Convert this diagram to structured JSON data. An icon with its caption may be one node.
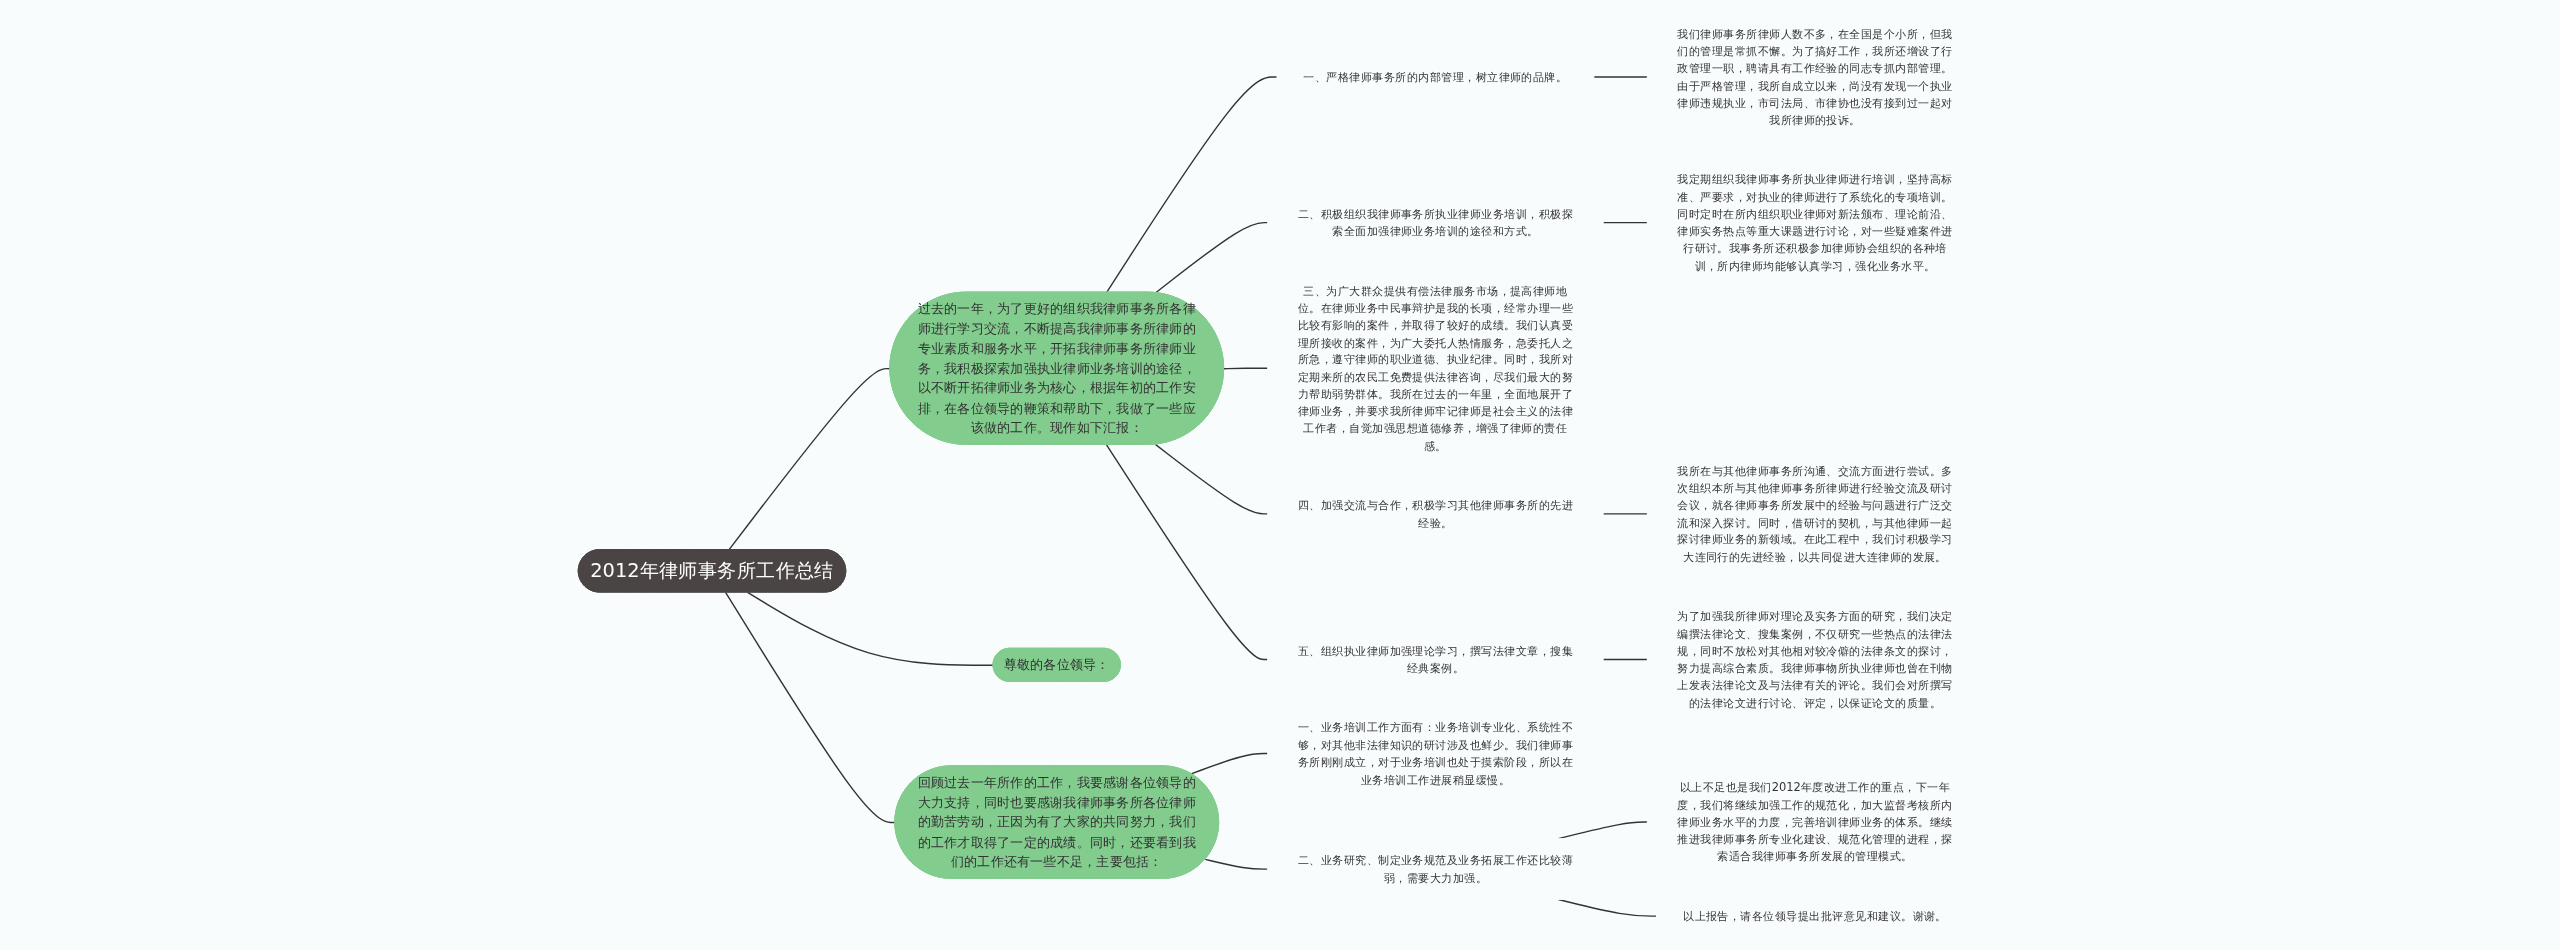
{
  "diagram": {
    "nodes": [
      {
        "text": [
          "2012年律师事务所工作总结"
        ]
      },
      {
        "text": [
          "过去的一年，为了更好的组织我律师事务所各律师进行学习交流，不断提高我律师事务所律师的专业素质和服务水平，开拓我律师事务所律师业务，我积极探索加强执业律师业务培训的途径，以不断开拓律师业务为核心，根据年初的工作安排，在各位领导的鞭策和帮助下，我做了一些应该做的工作。现作如下汇报："
        ]
      },
      {
        "text": [
          "一、严格律师事务所的内部管理，树立律师的品牌。"
        ]
      },
      {
        "text": [
          "我们律师事务所律师人数不多，在全国是个小所，但我们的管理是常抓不懈。为了搞好工作，我所还增设了行政管理一职，聘请具有工作经验的同志专抓内部管理。由于严格管理，我所自成立以来，尚没有发现一个执业律师违规执业，市司法局、市律协也没有接到过一起对我所律师的投诉。"
        ]
      },
      {
        "text": [
          "二、积极组织我律师事务所执业律师业务培训，积极探索全面加强律师业务培训的途径和方式。"
        ]
      },
      {
        "text": [
          "我定期组织我律师事务所执业律师进行培训，坚持高标准、严要求，对执业的律师进行了系统化的专项培训。同时定时在所内组织职业律师对新法颁布、理论前沿、律师实务热点等重大课题进行讨论，对一些疑难案件进行研讨。我事务所还积极参加律师协会组织的各种培训，所内律师均能够认真学习，强化业务水平。"
        ]
      },
      {
        "text": [
          "三、为广大群众提供有偿法律服务市场，提高律师地位。在律师业务中民事辩护是我的长项，经常办理一些比较有影响的案件，并取得了较好的成绩。我们认真受理所接收的案件，为广大委托人热情服务，急委托人之所急，遵守律师的职业道德、执业纪律。同时，我所对定期来所的农民工免费提供法律咨询，尽我们最大的努力帮助弱势群体。我所在过去的一年里，全面地展开了律师业务，并要求我所律师牢记律师是社会主义的法律工作者，自觉加强思想道德修养，增强了律师的责任感。"
        ]
      },
      {
        "text": [
          "四、加强交流与合作，积极学习其他律师事务所的先进经验。"
        ]
      },
      {
        "text": [
          "我所在与其他律师事务所沟通、交流方面进行尝试。多次组织本所与其他律师事务所律师进行经验交流及研讨会议，就各律师事务所发展中的经验与问题进行广泛交流和深入探讨。同时，借研讨的契机，与其他律师一起探讨律师业务的新领域。在此工程中，我们讨积极学习大连同行的先进经验，以共同促进大连律师的发展。"
        ]
      },
      {
        "text": [
          "五、组织执业律师加强理论学习，撰写法律文章，搜集经典案例。"
        ]
      },
      {
        "text": [
          "为了加强我所律师对理论及实务方面的研究，我们决定编撰法律论文、搜集案例，不仅研究一些热点的法律法规，同时不放松对其他相对较冷僻的法律条文的探讨，努力提高综合素质。我律师事物所执业律师也曾在刊物上发表法律论文及与法律有关的评论。我们会对所撰写的法律论文进行讨论、评定，以保证论文的质量。"
        ]
      },
      {
        "text": [
          "尊敬的各位领导："
        ]
      },
      {
        "text": [
          "回顾过去一年所作的工作，我要感谢各位领导的大力支持，同时也要感谢我律师事务所各位律师的勤苦劳动，正因为有了大家的共同努力，我们的工作才取得了一定的成绩。同时，还要看到我们的工作还有一些不足，主要包括："
        ]
      },
      {
        "text": [
          "一、业务培训工作方面有：业务培训专业化、系统性不够，对其他非法律知识的研讨涉及也鲜少。我们律师事务所刚刚成立，对于业务培训也处于摸索阶段，所以在业务培训工作进展稍显缓慢。"
        ]
      },
      {
        "text": [
          "二、业务研究、制定业务规范及业务拓展工作还比较薄弱，需要大力加强。"
        ]
      },
      {
        "text": [
          "以上不足也是我们2012年度改进工作的重点，下一年度，我们将继续加强工作的规范化，加大监督考核所内律师业务水平的力度，完善培训律师业务的体系。继续推进我律师事务所专业化建设、规范化管理的进程，探索适合我律师事务所发展的管理模式。"
        ]
      },
      {
        "text": [
          "以上报告，请各位领导提出批评意见和建议。谢谢。"
        ]
      }
    ],
    "edges": [
      {
        "from": 0,
        "to": 1,
        "arrow": "none"
      },
      {
        "from": 1,
        "to": 2,
        "arrow": "none"
      },
      {
        "from": 2,
        "to": 3,
        "arrow": "none"
      },
      {
        "from": 1,
        "to": 4,
        "arrow": "none"
      },
      {
        "from": 4,
        "to": 5,
        "arrow": "none"
      },
      {
        "from": 1,
        "to": 6,
        "arrow": "none"
      },
      {
        "from": 1,
        "to": 7,
        "arrow": "none"
      },
      {
        "from": 7,
        "to": 8,
        "arrow": "none"
      },
      {
        "from": 1,
        "to": 9,
        "arrow": "none"
      },
      {
        "from": 9,
        "to": 10,
        "arrow": "none"
      },
      {
        "from": 0,
        "to": 11,
        "arrow": "none"
      },
      {
        "from": 0,
        "to": 12,
        "arrow": "none"
      },
      {
        "from": 12,
        "to": 13,
        "arrow": "none"
      },
      {
        "from": 12,
        "to": 14,
        "arrow": "none"
      },
      {
        "from": 14,
        "to": 15,
        "arrow": "none"
      },
      {
        "from": 14,
        "to": 16,
        "arrow": "none"
      }
    ]
  }
}
